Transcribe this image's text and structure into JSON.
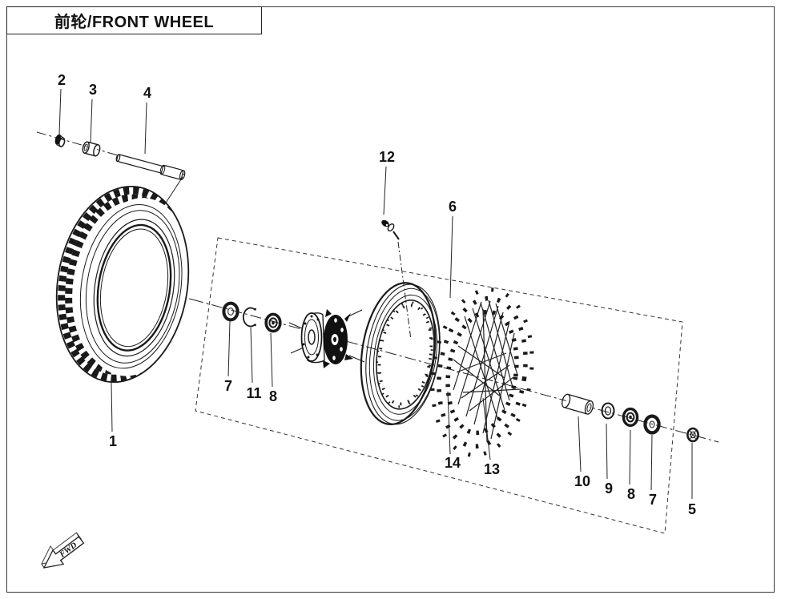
{
  "page": {
    "title": "前轮/FRONT WHEEL"
  },
  "diagram": {
    "fwd_label": "FWD",
    "callouts": [
      {
        "label": "1"
      },
      {
        "label": "2"
      },
      {
        "label": "3"
      },
      {
        "label": "4"
      },
      {
        "label": "5"
      },
      {
        "label": "6"
      },
      {
        "label": "7"
      },
      {
        "label": "8"
      },
      {
        "label": "9"
      },
      {
        "label": "10"
      },
      {
        "label": "11"
      },
      {
        "label": "12"
      },
      {
        "label": "13"
      },
      {
        "label": "14"
      },
      {
        "label": "7"
      },
      {
        "label": "8"
      }
    ]
  }
}
